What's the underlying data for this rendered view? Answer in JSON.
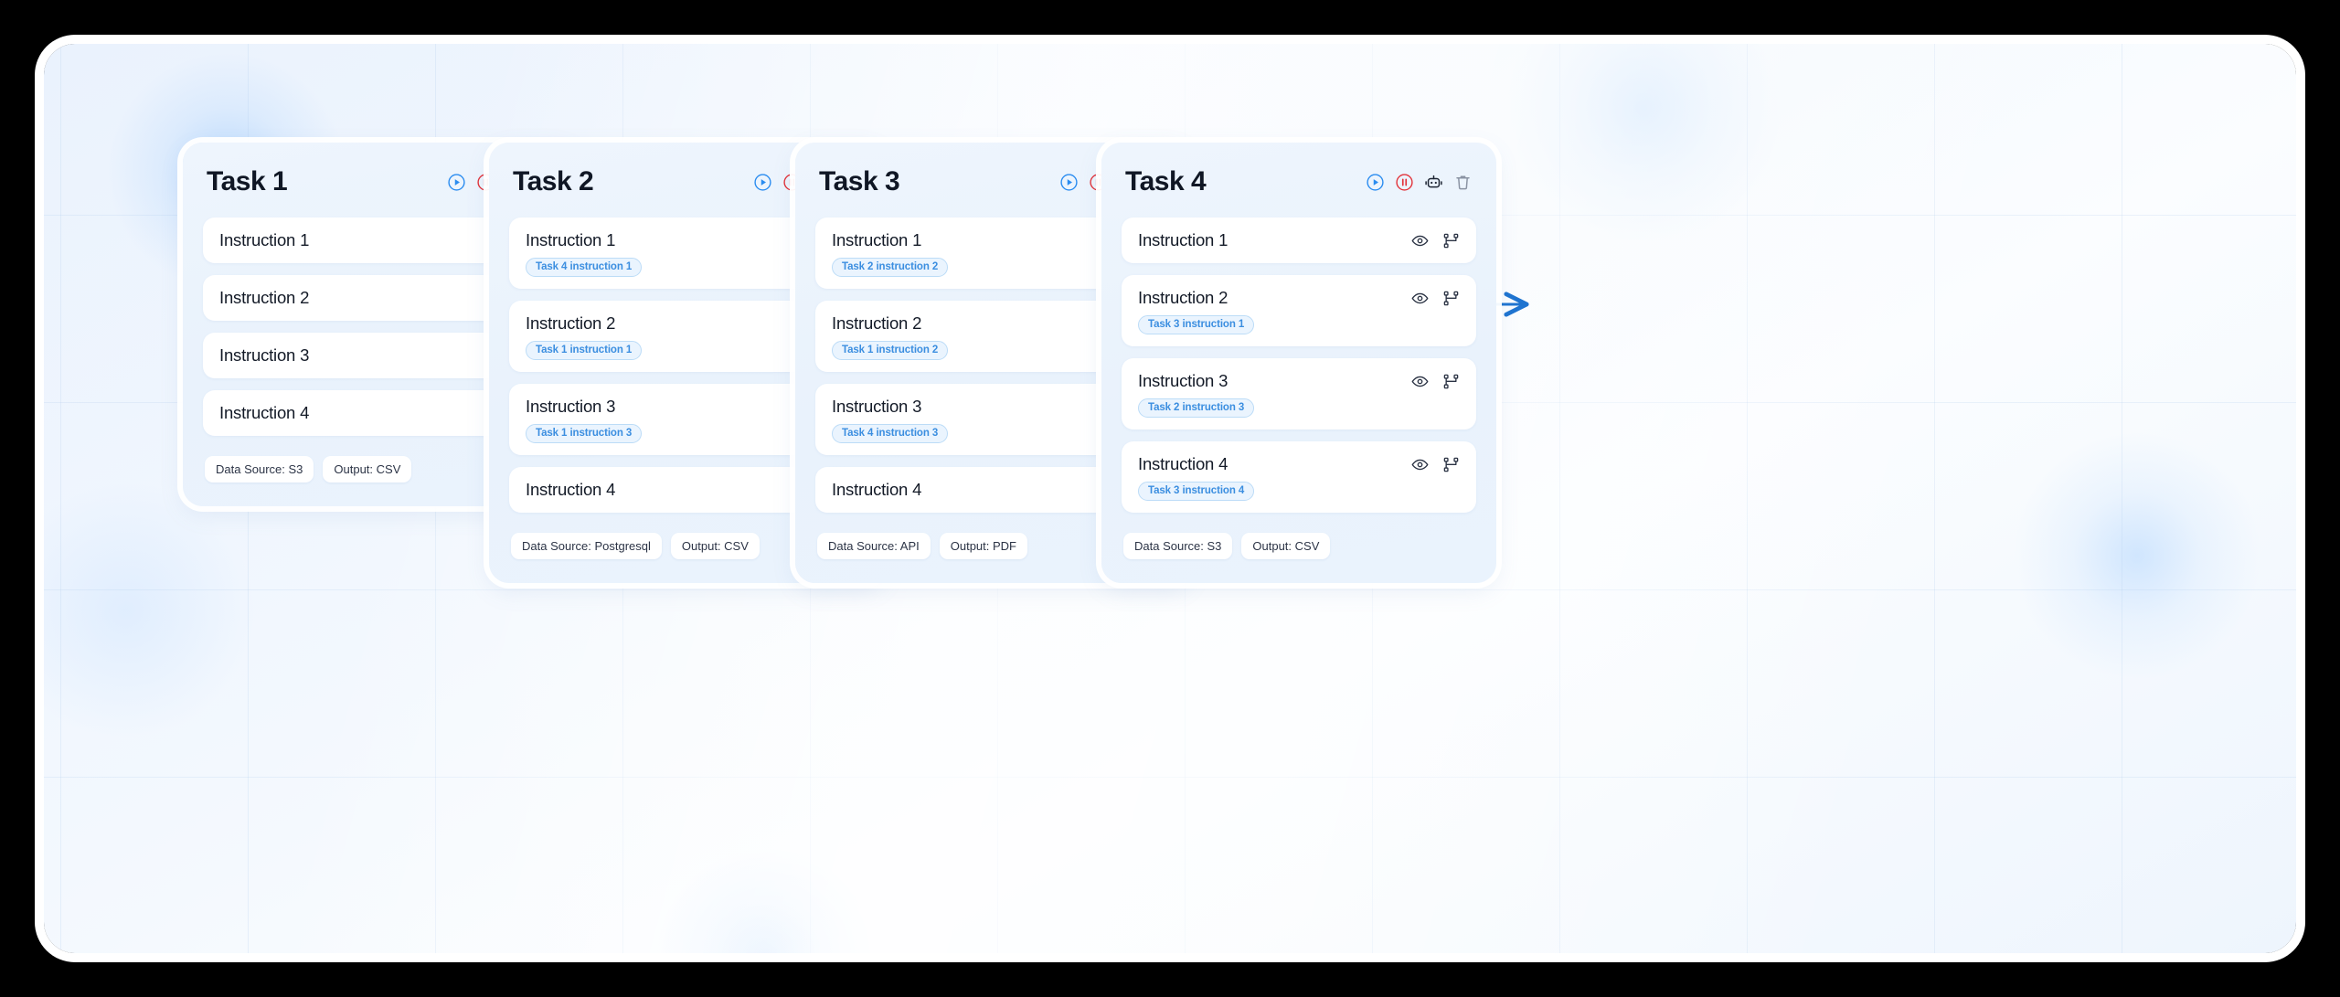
{
  "canvas": {
    "accent_blue": "#1f74d0",
    "tag_blue": "#3b8ee0",
    "play_color": "#2a8cf0",
    "pause_color": "#e2333a",
    "robot_color": "#1d2433",
    "trash_color": "#8a93a3"
  },
  "header_actions": [
    {
      "name": "run-task-icon",
      "label": "Run"
    },
    {
      "name": "pause-task-icon",
      "label": "Pause"
    },
    {
      "name": "agent-robot-icon",
      "label": "Agent"
    },
    {
      "name": "delete-task-icon",
      "label": "Delete"
    }
  ],
  "instruction_actions": [
    {
      "name": "preview-eye-icon",
      "label": "Preview"
    },
    {
      "name": "dependency-branch-icon",
      "label": "Dependencies"
    }
  ],
  "tasks": [
    {
      "title": "Task 1",
      "instructions": [
        {
          "label": "Instruction 1",
          "dependency": ""
        },
        {
          "label": "Instruction 2",
          "dependency": ""
        },
        {
          "label": "Instruction 3",
          "dependency": ""
        },
        {
          "label": "Instruction 4",
          "dependency": ""
        }
      ],
      "meta": [
        {
          "label": "Data Source: S3"
        },
        {
          "label": "Output: CSV"
        }
      ]
    },
    {
      "title": "Task 2",
      "instructions": [
        {
          "label": "Instruction 1",
          "dependency": "Task 4 instruction 1"
        },
        {
          "label": "Instruction 2",
          "dependency": "Task 1 instruction 1"
        },
        {
          "label": "Instruction 3",
          "dependency": "Task 1 instruction 3"
        },
        {
          "label": "Instruction 4",
          "dependency": ""
        }
      ],
      "meta": [
        {
          "label": "Data Source: Postgresql"
        },
        {
          "label": "Output: CSV"
        }
      ]
    },
    {
      "title": "Task 3",
      "instructions": [
        {
          "label": "Instruction 1",
          "dependency": "Task 2 instruction 2"
        },
        {
          "label": "Instruction 2",
          "dependency": "Task 1 instruction 2"
        },
        {
          "label": "Instruction 3",
          "dependency": "Task 4 instruction 3"
        },
        {
          "label": "Instruction 4",
          "dependency": ""
        }
      ],
      "meta": [
        {
          "label": "Data Source: API"
        },
        {
          "label": "Output: PDF"
        }
      ]
    },
    {
      "title": "Task 4",
      "instructions": [
        {
          "label": "Instruction 1",
          "dependency": ""
        },
        {
          "label": "Instruction 2",
          "dependency": "Task 3 instruction 1"
        },
        {
          "label": "Instruction 3",
          "dependency": "Task 2 instruction 3"
        },
        {
          "label": "Instruction 4",
          "dependency": "Task 3 instruction 4"
        }
      ],
      "meta": [
        {
          "label": "Data Source: S3"
        },
        {
          "label": "Output: CSV"
        }
      ]
    }
  ],
  "connections": [
    {
      "from": "Task 1 instruction 1",
      "to": "Task 2 instruction 2"
    },
    {
      "from": "Task 1 instruction 2",
      "to": "Task 3 instruction 2"
    },
    {
      "from": "Task 1 instruction 3",
      "to": "Task 2 instruction 3"
    },
    {
      "from": "Task 2 instruction 2",
      "to": "Task 3 instruction 1"
    },
    {
      "from": "Task 2 instruction 3",
      "to": "Task 4 instruction 3"
    },
    {
      "from": "Task 3 instruction 1",
      "to": "Task 4 instruction 2"
    },
    {
      "from": "Task 3 instruction 4",
      "to": "Task 4 instruction 4"
    },
    {
      "from": "Task 4 instruction 1",
      "to": "Task 2 instruction 1"
    },
    {
      "from": "Task 4 instruction 3",
      "to": "Task 3 instruction 3"
    }
  ]
}
